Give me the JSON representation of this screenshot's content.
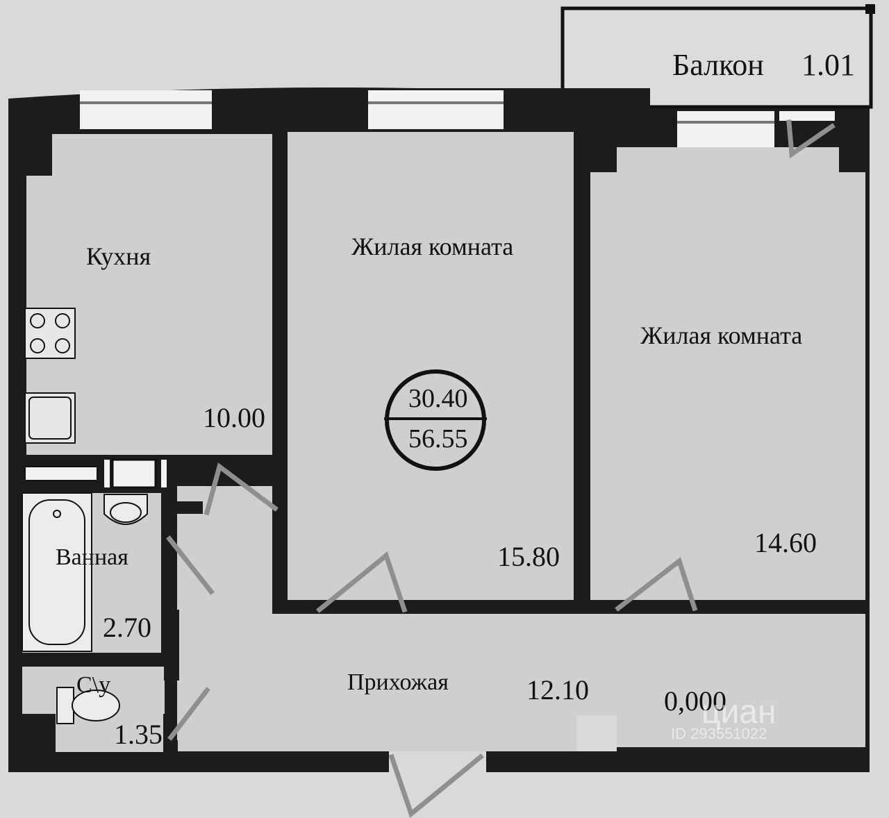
{
  "colors": {
    "wall": "#1c1c1c",
    "floor": "#cfcfcd",
    "window": "#f2f2f2",
    "door": "#8f8f8f"
  },
  "rooms": {
    "balcony": {
      "name": "Балкон",
      "area": "1.01"
    },
    "kitchen": {
      "name": "Кухня",
      "area": "10.00"
    },
    "living1": {
      "name": "Жилая комната",
      "area": "15.80"
    },
    "living2": {
      "name": "Жилая комната",
      "area": "14.60"
    },
    "bathroom": {
      "name": "Ванная",
      "area": "2.70"
    },
    "toilet": {
      "name": "С\\у",
      "area": "1.35"
    },
    "hallway": {
      "name": "Прихожая",
      "area": "12.10"
    }
  },
  "totals": {
    "living_area": "30.40",
    "total_area": "56.55"
  },
  "elevation_mark": "0,000",
  "watermark": {
    "brand": "циан",
    "id": "ID 293551022"
  },
  "icons": [
    "stove-icon",
    "sink-icon",
    "bathtub-icon",
    "washbasin-icon",
    "toilet-icon"
  ]
}
